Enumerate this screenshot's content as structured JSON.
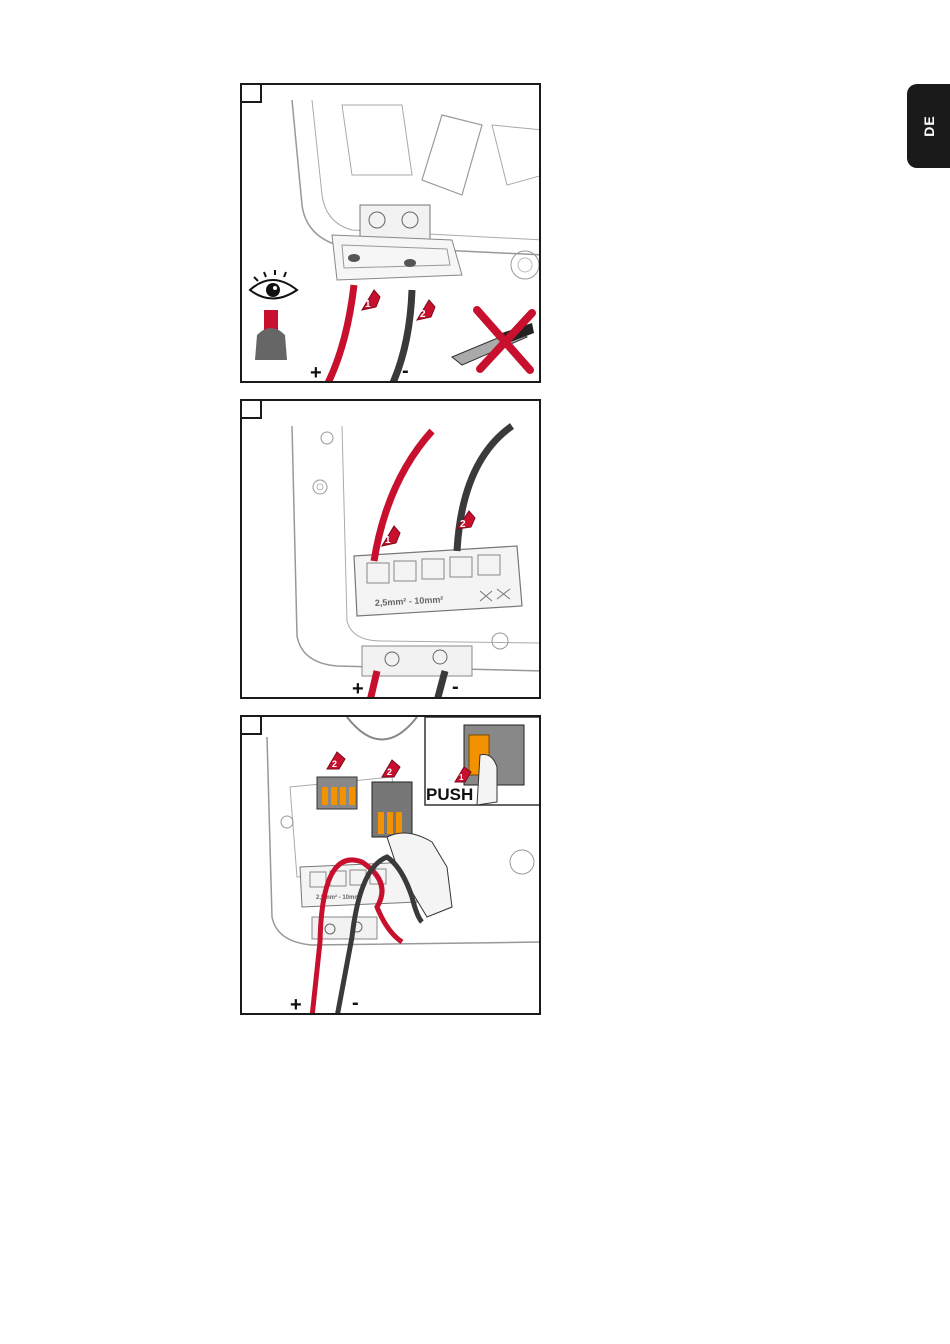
{
  "side_tab": {
    "label": "DE"
  },
  "panel1": {
    "plus": "+",
    "minus": "-",
    "arrow1": "1",
    "arrow2": "2"
  },
  "panel2": {
    "plus": "+",
    "minus": "-",
    "arrow1": "1",
    "arrow2": "2",
    "terminal_label": "2,5mm² - 10mm²"
  },
  "panel3": {
    "plus": "+",
    "minus": "-",
    "arrow1": "1",
    "arrow2a": "2",
    "arrow2b": "2",
    "push_label": "PUSH",
    "terminal_label": "2,5mm² - 10mm²"
  },
  "colors": {
    "red_wire": "#c8102e",
    "black_wire": "#3a3a3a",
    "orange": "#f39200",
    "tab": "#1a1a1a"
  }
}
